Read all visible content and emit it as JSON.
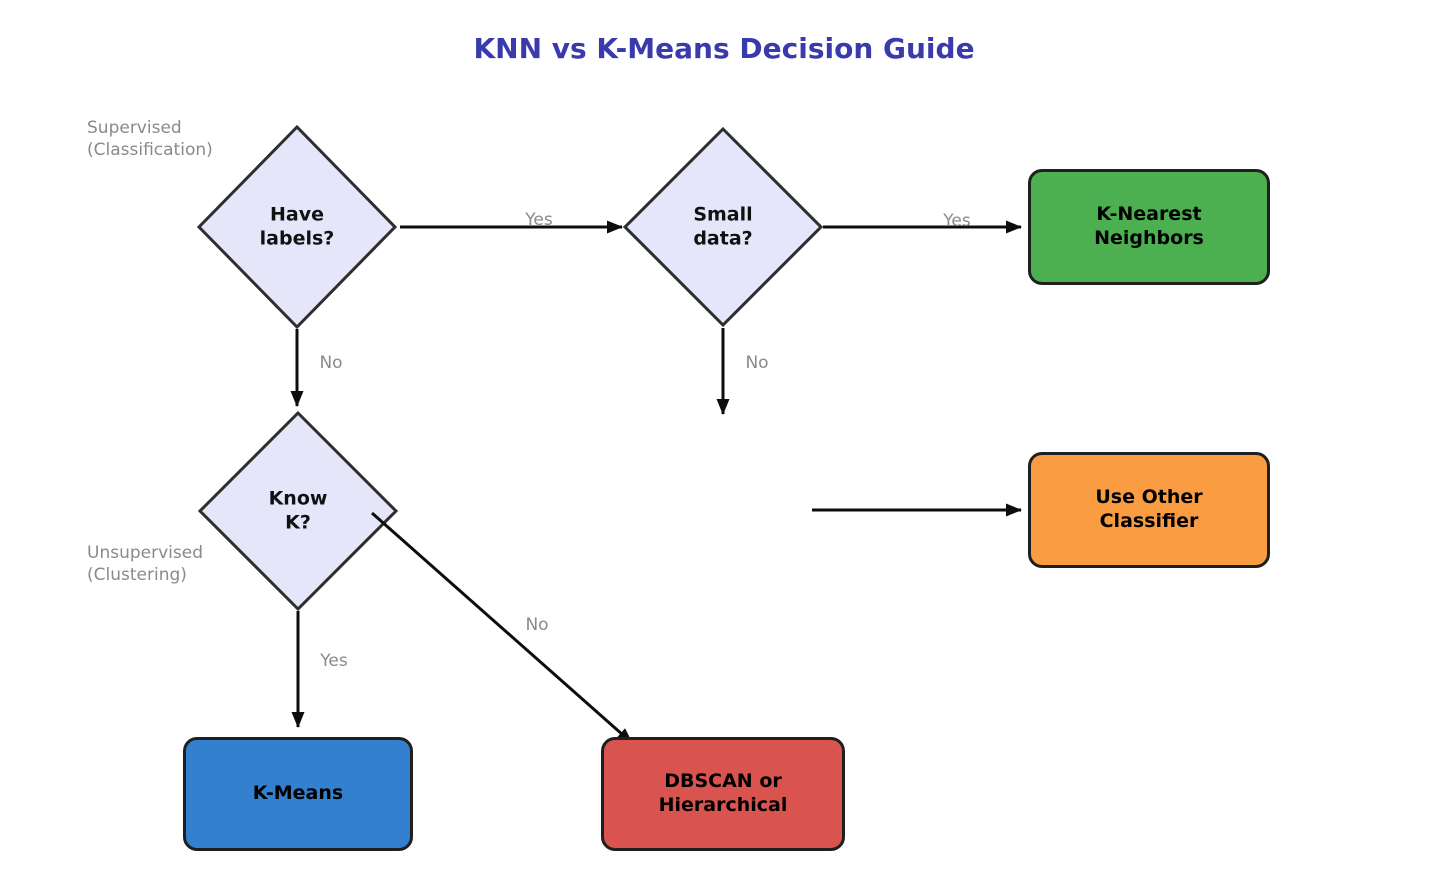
{
  "title": {
    "text": "KNN vs K-Means Decision Guide",
    "color": "#3a3aad"
  },
  "annotations": {
    "supervised": "Supervised\n(Classification)",
    "unsupervised": "Unsupervised\n(Clustering)"
  },
  "nodes": {
    "have_labels": {
      "label": "Have\nlabels?",
      "type": "decision",
      "fill": "#e6e6fa"
    },
    "small_data": {
      "label": "Small\ndata?",
      "type": "decision",
      "fill": "#e6e6fa"
    },
    "know_k": {
      "label": "Know\nK?",
      "type": "decision",
      "fill": "#e6e6fa"
    },
    "knn": {
      "label": "K-Nearest\nNeighbors",
      "type": "result",
      "fill": "#4caf50"
    },
    "other_classifier": {
      "label": "Use Other\nClassifier",
      "type": "result",
      "fill": "#fa9c42"
    },
    "kmeans": {
      "label": "K-Means",
      "type": "result",
      "fill": "#3381ce"
    },
    "dbscan": {
      "label": "DBSCAN or\nHierarchical",
      "type": "result",
      "fill": "#d9534f"
    }
  },
  "edges": {
    "have_labels_yes": {
      "label": "Yes"
    },
    "have_labels_no": {
      "label": "No"
    },
    "small_data_yes": {
      "label": "Yes"
    },
    "small_data_no": {
      "label": "No"
    },
    "know_k_yes": {
      "label": "Yes"
    },
    "know_k_no": {
      "label": "No"
    }
  }
}
